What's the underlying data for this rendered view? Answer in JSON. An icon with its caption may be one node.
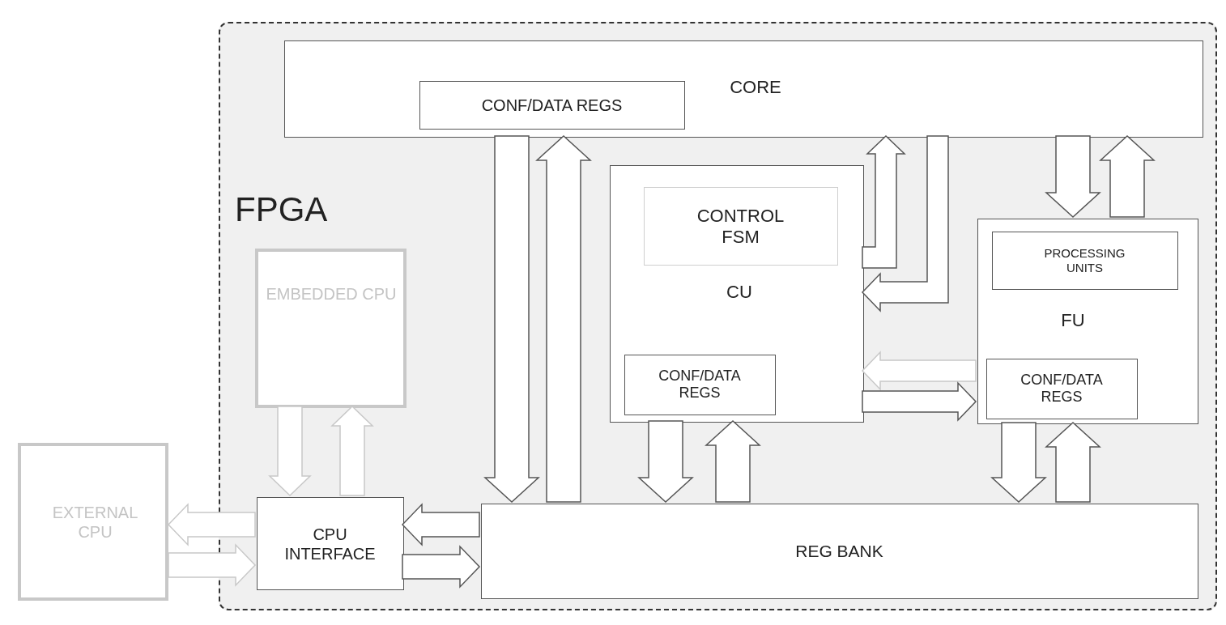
{
  "diagram": {
    "nodes": [
      {
        "text": [
          "FPGA"
        ]
      },
      {
        "text": [
          "CORE"
        ],
        "in": 0
      },
      {
        "text": [
          "CONF/DATA REGS"
        ],
        "in": 1
      },
      {
        "text": [
          "CU"
        ],
        "in": 0
      },
      {
        "text": [
          "CONTROL FSM"
        ],
        "in": 3
      },
      {
        "text": [
          "CONF/DATA REGS"
        ],
        "in": 3
      },
      {
        "text": [
          "FU"
        ],
        "in": 0
      },
      {
        "text": [
          "PROCESSING UNITS"
        ],
        "in": 6
      },
      {
        "text": [
          "CONF/DATA REGS"
        ],
        "in": 6
      },
      {
        "text": [
          "EMBEDDED CPU"
        ],
        "in": 0
      },
      {
        "text": [
          "CPU INTERFACE"
        ],
        "in": 0
      },
      {
        "text": [
          "REG BANK"
        ],
        "in": 0
      },
      {
        "text": [
          "EXTERNAL CPU"
        ]
      }
    ],
    "edges": [
      {
        "from": 1,
        "to": 11,
        "arrow": "to"
      },
      {
        "from": 11,
        "to": 1,
        "arrow": "to"
      },
      {
        "from": 3,
        "to": 1,
        "arrow": "to"
      },
      {
        "from": 1,
        "to": 3,
        "arrow": "to"
      },
      {
        "from": 1,
        "to": 6,
        "arrow": "to"
      },
      {
        "from": 6,
        "to": 1,
        "arrow": "to"
      },
      {
        "from": 6,
        "to": 3,
        "arrow": "to",
        "color": "#c8c8c8"
      },
      {
        "from": 3,
        "to": 6,
        "arrow": "to"
      },
      {
        "from": 3,
        "to": 11,
        "arrow": "to"
      },
      {
        "from": 11,
        "to": 3,
        "arrow": "to"
      },
      {
        "from": 6,
        "to": 11,
        "arrow": "to"
      },
      {
        "from": 11,
        "to": 6,
        "arrow": "to"
      },
      {
        "from": 9,
        "to": 10,
        "arrow": "to",
        "color": "#c8c8c8"
      },
      {
        "from": 10,
        "to": 9,
        "arrow": "to",
        "color": "#c8c8c8"
      },
      {
        "from": 10,
        "to": 12,
        "arrow": "to",
        "color": "#c8c8c8"
      },
      {
        "from": 12,
        "to": 10,
        "arrow": "to",
        "color": "#c8c8c8"
      },
      {
        "from": 11,
        "to": 10,
        "arrow": "to"
      },
      {
        "from": 10,
        "to": 11,
        "arrow": "to"
      }
    ]
  }
}
